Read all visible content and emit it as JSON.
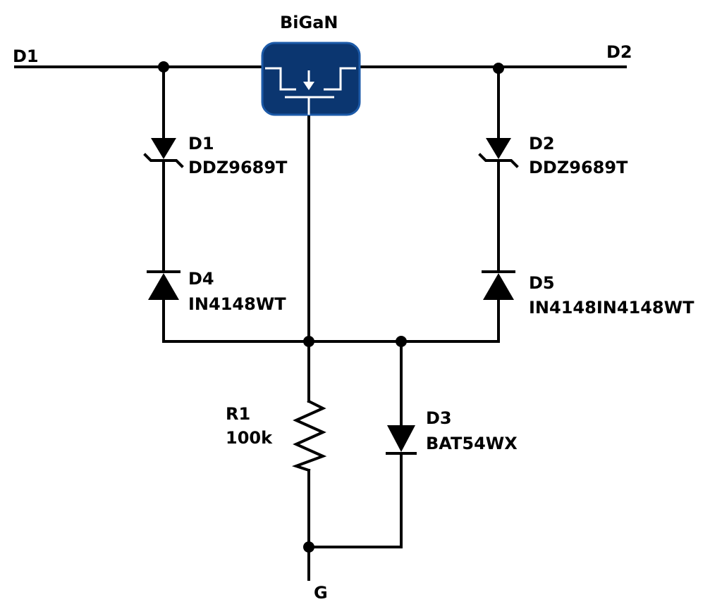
{
  "colors": {
    "wire": "#000000",
    "background": "#ffffff",
    "transistor_fill": "#0b3670",
    "transistor_border": "#1c5aa8",
    "transistor_symbol": "#ffffff"
  },
  "terminals": {
    "d1": "D1",
    "d2": "D2",
    "g": "G"
  },
  "transistor": {
    "label": "BiGaN",
    "icon": "bigan-transistor-icon"
  },
  "components": {
    "zener_left": {
      "ref": "D1",
      "part": "DDZ9689T",
      "icon": "zener-diode-icon"
    },
    "zener_right": {
      "ref": "D2",
      "part": "DDZ9689T",
      "icon": "zener-diode-icon"
    },
    "diode_left": {
      "ref": "D4",
      "part": "IN4148WT",
      "icon": "diode-icon"
    },
    "diode_right": {
      "ref": "D5",
      "part": "IN4148IN4148WT",
      "icon": "diode-icon"
    },
    "resistor": {
      "ref": "R1",
      "value": "100k",
      "icon": "resistor-icon"
    },
    "schottky": {
      "ref": "D3",
      "part": "BAT54WX",
      "icon": "diode-icon"
    }
  }
}
